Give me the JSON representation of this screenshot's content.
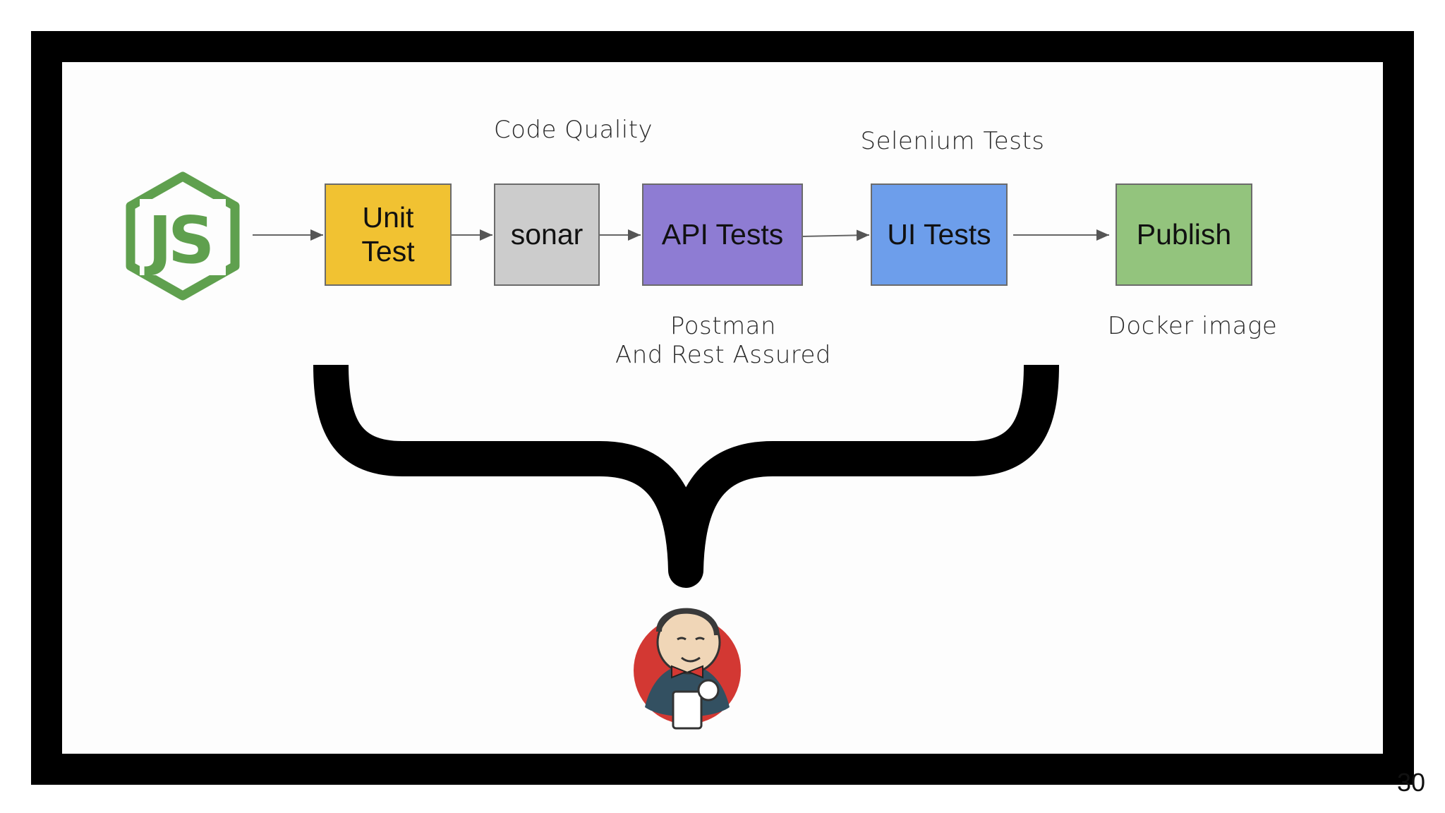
{
  "stages": [
    {
      "id": "unit",
      "label": "Unit Test",
      "color": "#f1c232"
    },
    {
      "id": "sonar",
      "label": "sonar",
      "color": "#cccccc"
    },
    {
      "id": "api",
      "label": "API Tests",
      "color": "#8e7cd3"
    },
    {
      "id": "ui",
      "label": "UI Tests",
      "color": "#6d9eeb"
    },
    {
      "id": "publish",
      "label": "Publish",
      "color": "#93c47d"
    }
  ],
  "captions": {
    "code_quality": "Code Quality",
    "selenium": "Selenium Tests",
    "postman": "Postman\nAnd Rest Assured",
    "docker": "Docker image"
  },
  "logos": {
    "nodejs": {
      "icon": "nodejs-logo",
      "text": "JS",
      "color": "#5fa04e"
    },
    "jenkins": {
      "icon": "jenkins-logo"
    }
  },
  "page_number": "30"
}
